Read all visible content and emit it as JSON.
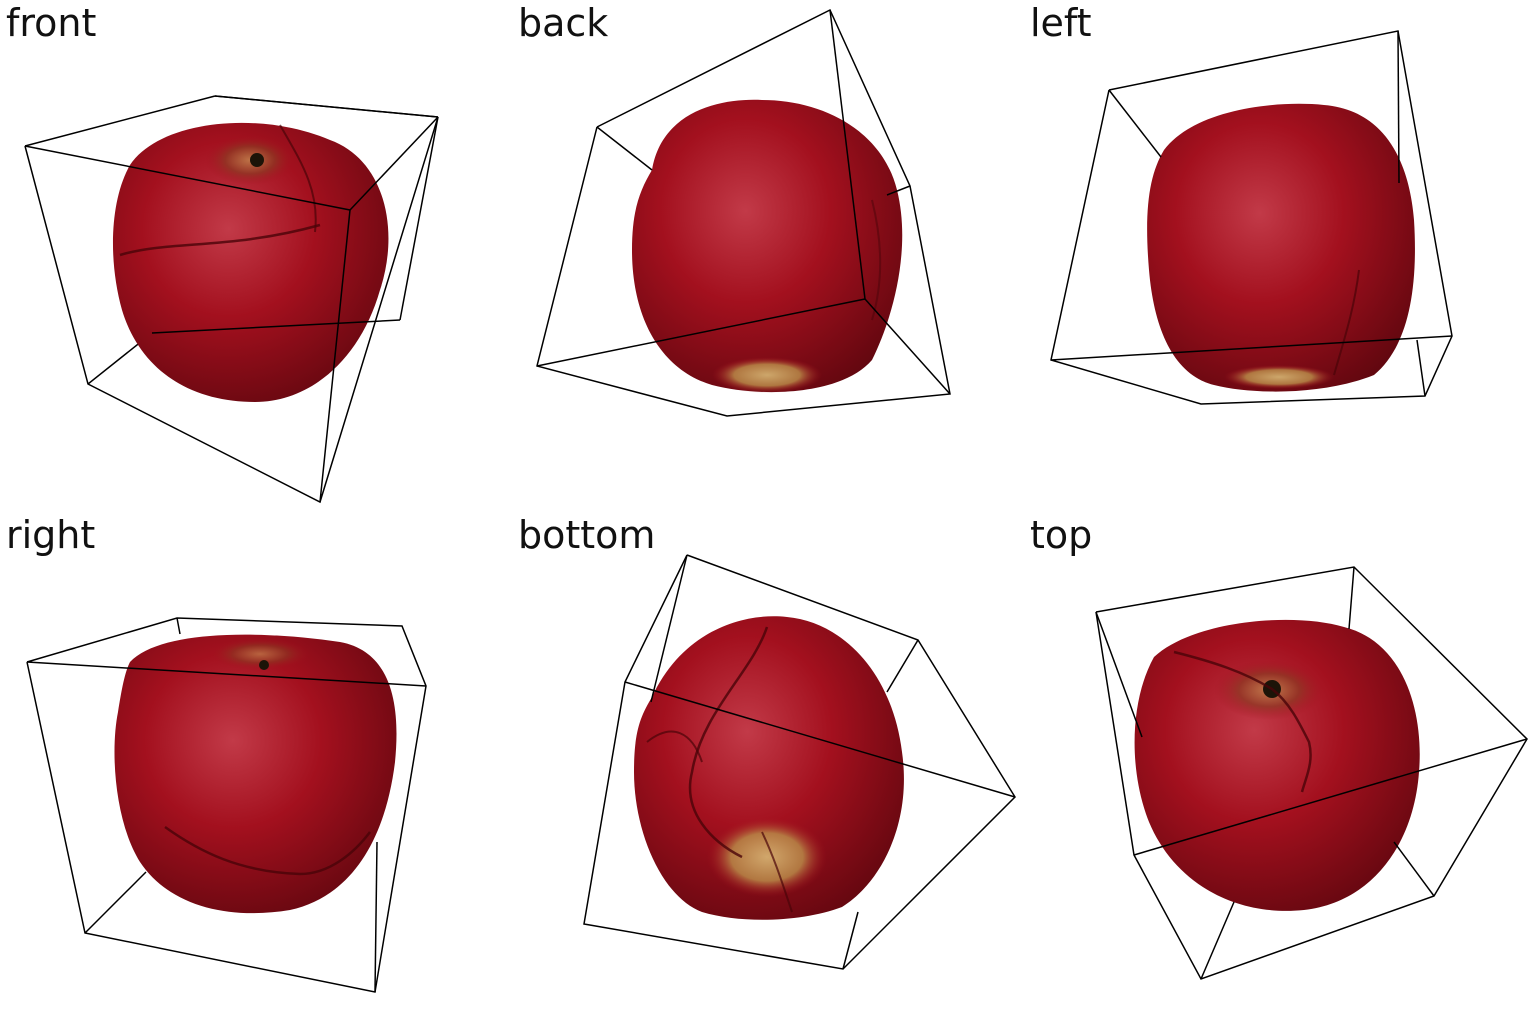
{
  "views": [
    {
      "label": "front"
    },
    {
      "label": "back"
    },
    {
      "label": "left"
    },
    {
      "label": "right"
    },
    {
      "label": "bottom"
    },
    {
      "label": "top"
    }
  ],
  "colors": {
    "background": "#ffffff",
    "apple_base": "#a3101e",
    "apple_dark": "#5e0810",
    "apple_highlight": "#c9404e",
    "calyx": "#c8a15a",
    "stem": "#1c1408",
    "box_edges": "#000000"
  }
}
